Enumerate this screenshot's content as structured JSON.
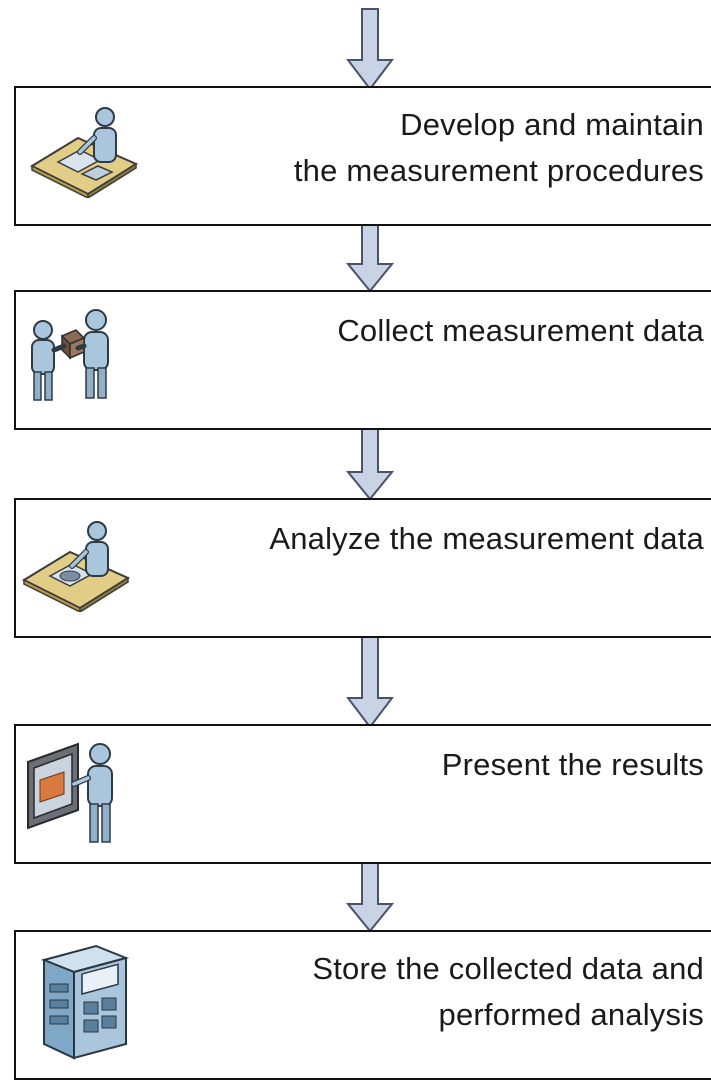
{
  "steps": [
    {
      "id": "develop",
      "icon": "person-at-desk-icon",
      "lines": [
        "Develop and maintain",
        "the measurement procedures"
      ]
    },
    {
      "id": "collect",
      "icon": "people-exchanging-icon",
      "lines": [
        "Collect measurement data"
      ]
    },
    {
      "id": "analyze",
      "icon": "person-at-desk-icon",
      "lines": [
        "Analyze the measurement data"
      ]
    },
    {
      "id": "present",
      "icon": "presenter-at-screen-icon",
      "lines": [
        "Present the results"
      ]
    },
    {
      "id": "store",
      "icon": "server-icon",
      "lines": [
        "Store the collected data and",
        "performed analysis"
      ]
    }
  ],
  "colors": {
    "arrow_fill": "#c8d3e6",
    "arrow_stroke": "#4a5268",
    "box_border": "#111111",
    "person_blue": "#a9c6dc",
    "desk_yellow": "#e2cd86"
  }
}
